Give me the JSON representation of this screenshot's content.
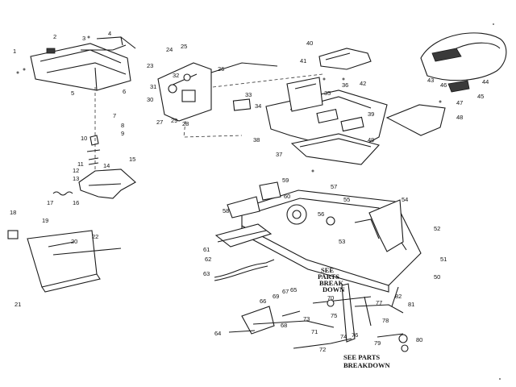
{
  "callouts": [
    {
      "text": "1"
    },
    {
      "text": "2"
    },
    {
      "text": "3"
    },
    {
      "text": "4"
    },
    {
      "text": "5"
    },
    {
      "text": "6"
    },
    {
      "text": "7"
    },
    {
      "text": "8"
    },
    {
      "text": "9"
    },
    {
      "text": "10"
    },
    {
      "text": "11"
    },
    {
      "text": "12"
    },
    {
      "text": "13"
    },
    {
      "text": "14"
    },
    {
      "text": "15"
    },
    {
      "text": "16"
    },
    {
      "text": "17"
    },
    {
      "text": "18"
    },
    {
      "text": "19"
    },
    {
      "text": "20"
    },
    {
      "text": "21"
    },
    {
      "text": "22"
    },
    {
      "text": "23"
    },
    {
      "text": "24"
    },
    {
      "text": "25"
    },
    {
      "text": "26"
    },
    {
      "text": "27"
    },
    {
      "text": "28"
    },
    {
      "text": "29"
    },
    {
      "text": "30"
    },
    {
      "text": "31"
    },
    {
      "text": "32"
    },
    {
      "text": "33"
    },
    {
      "text": "34"
    },
    {
      "text": "35"
    },
    {
      "text": "36"
    },
    {
      "text": "37"
    },
    {
      "text": "38"
    },
    {
      "text": "39"
    },
    {
      "text": "40"
    },
    {
      "text": "41"
    },
    {
      "text": "42"
    },
    {
      "text": "43"
    },
    {
      "text": "44"
    },
    {
      "text": "45"
    },
    {
      "text": "46"
    },
    {
      "text": "47"
    },
    {
      "text": "48"
    },
    {
      "text": "49"
    },
    {
      "text": "50"
    },
    {
      "text": "51"
    },
    {
      "text": "52"
    },
    {
      "text": "53"
    },
    {
      "text": "54"
    },
    {
      "text": "55"
    },
    {
      "text": "56"
    },
    {
      "text": "57"
    },
    {
      "text": "58"
    },
    {
      "text": "59"
    },
    {
      "text": "60"
    },
    {
      "text": "61"
    },
    {
      "text": "62"
    },
    {
      "text": "63"
    },
    {
      "text": "64"
    },
    {
      "text": "65"
    },
    {
      "text": "66"
    },
    {
      "text": "67"
    },
    {
      "text": "68"
    },
    {
      "text": "69"
    },
    {
      "text": "70"
    },
    {
      "text": "71"
    },
    {
      "text": "72"
    },
    {
      "text": "73"
    },
    {
      "text": "74"
    },
    {
      "text": "75"
    },
    {
      "text": "76"
    },
    {
      "text": "77"
    },
    {
      "text": "78"
    },
    {
      "text": "79"
    },
    {
      "text": "80"
    },
    {
      "text": "81"
    },
    {
      "text": "82"
    }
  ],
  "notes": {
    "upper": {
      "line1": "SEE",
      "line2": "PARTS",
      "line3": "BREAK",
      "line4": "DOWN"
    },
    "lower": {
      "line1": "SEE PARTS",
      "line2": "BREAKDOWN"
    }
  }
}
